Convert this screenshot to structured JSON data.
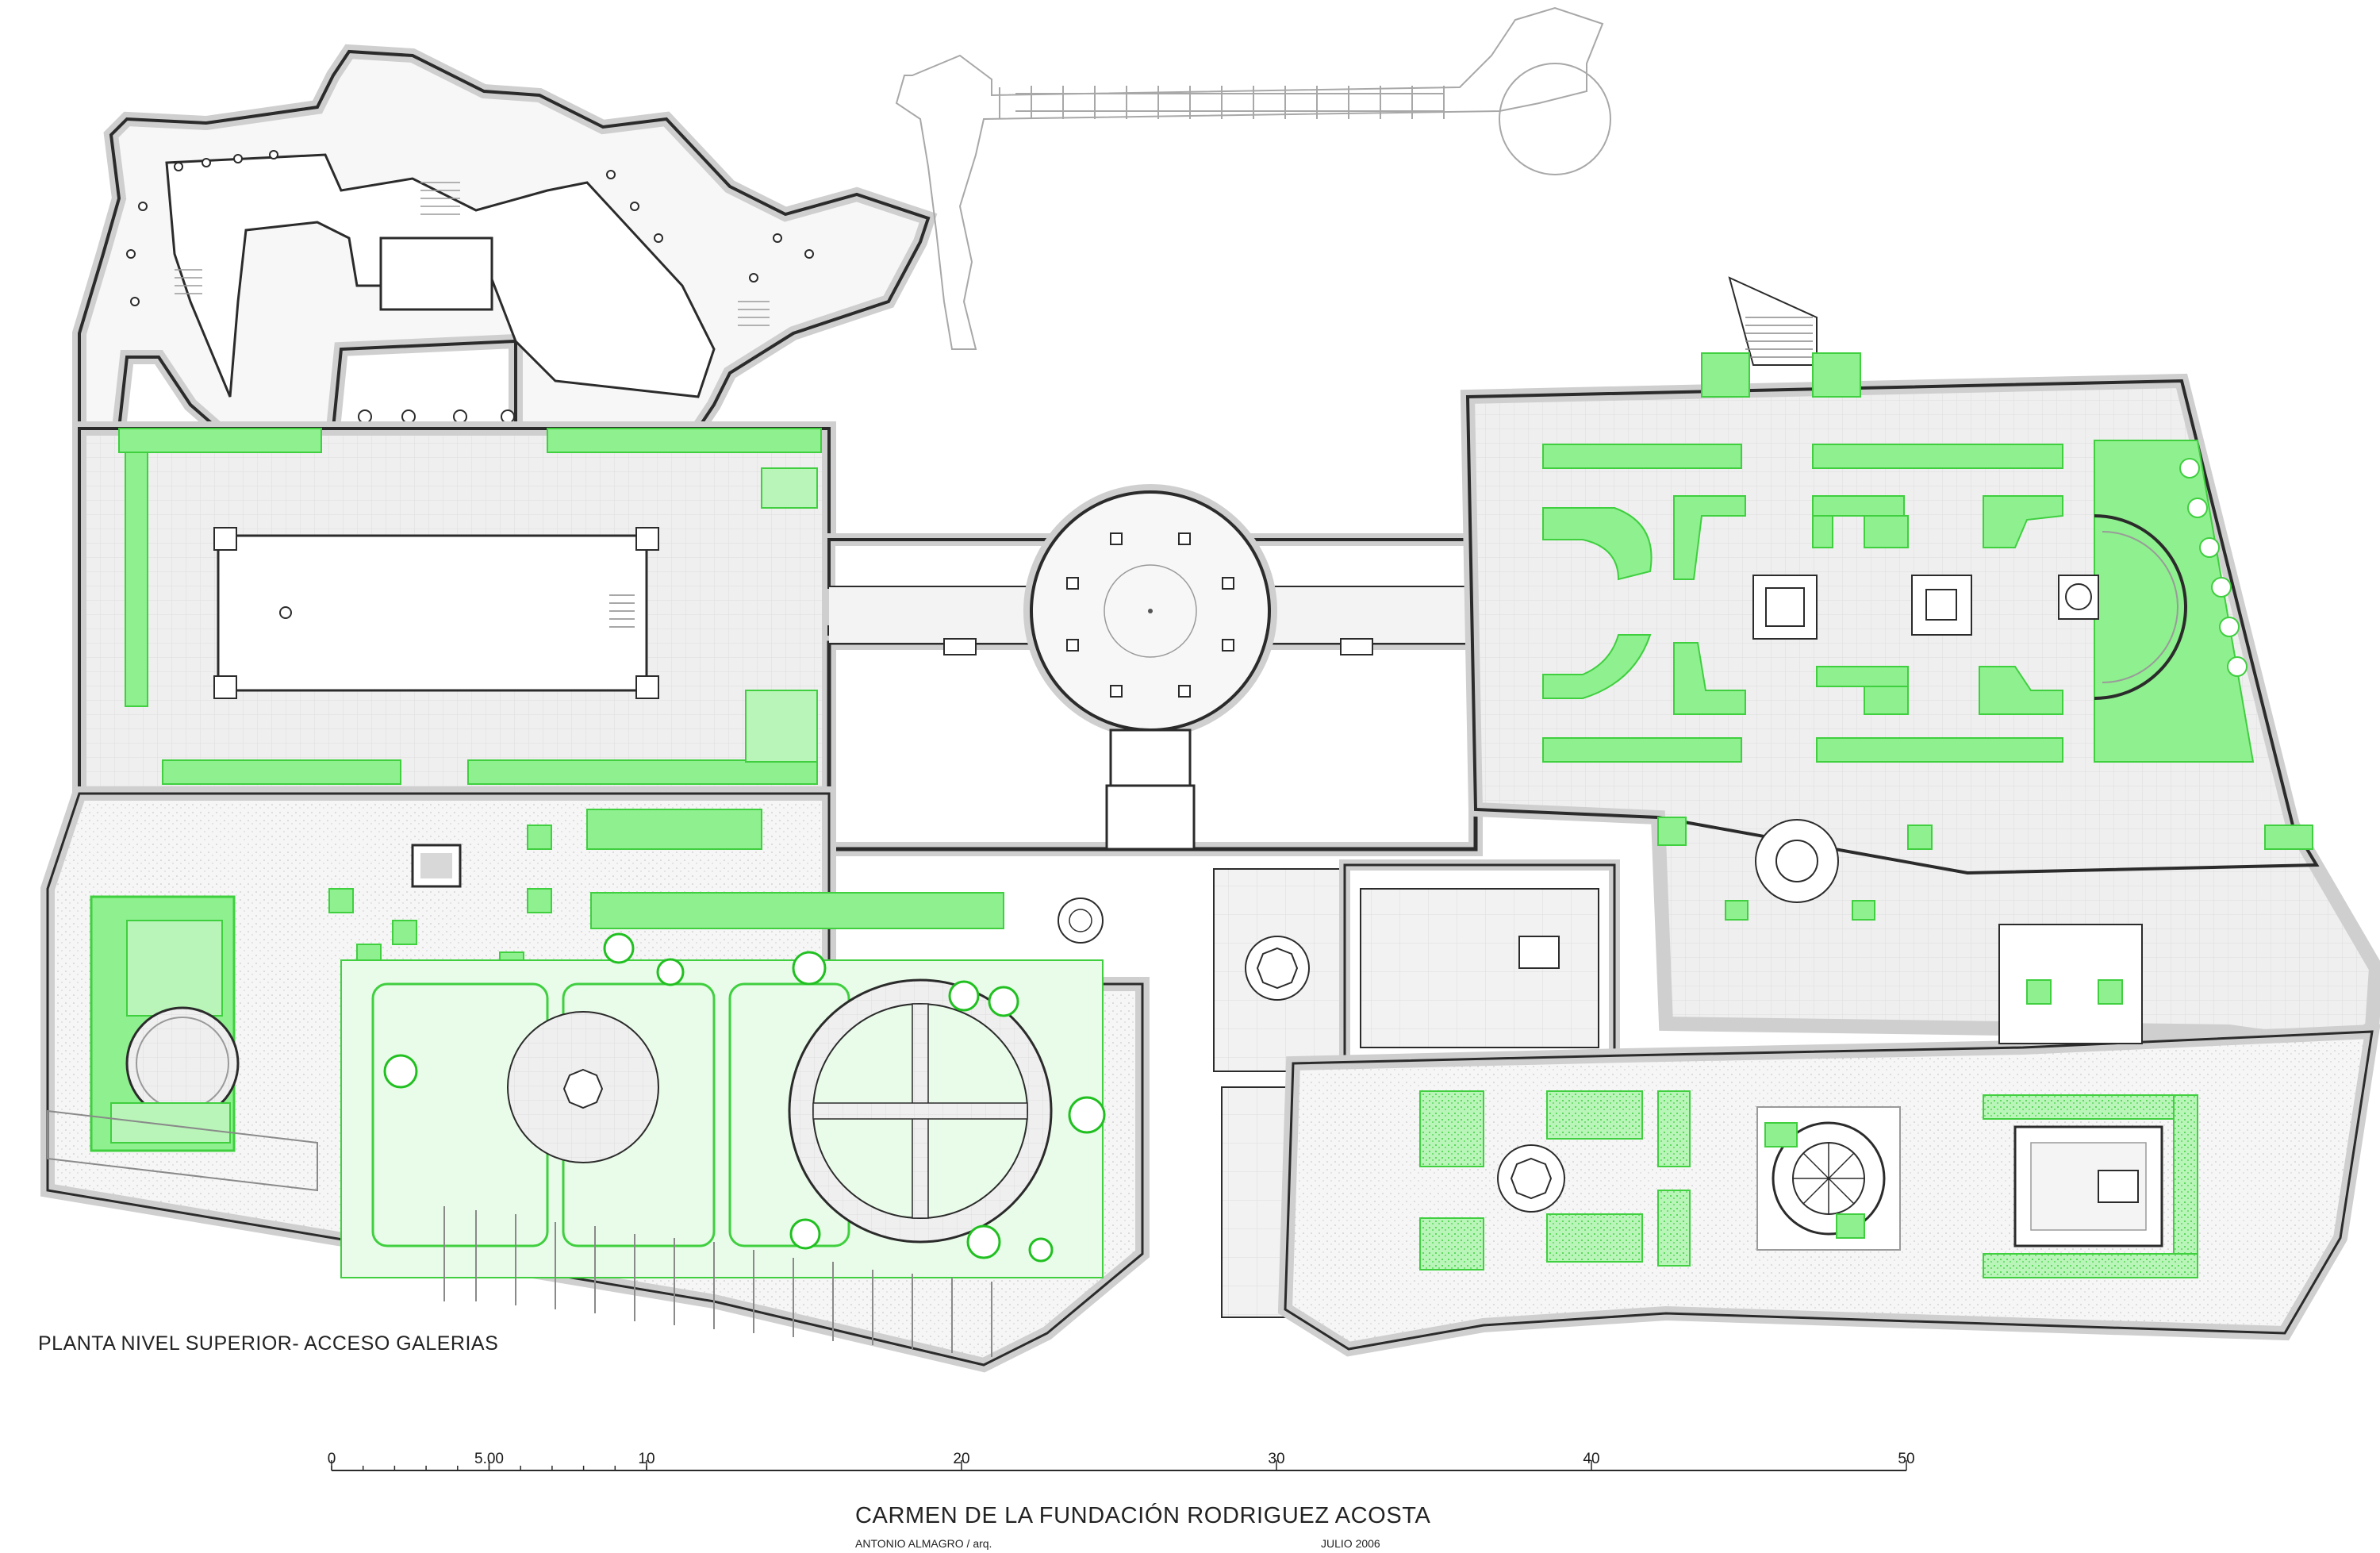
{
  "plan_title": "PLANTA NIVEL SUPERIOR- ACCESO GALERIAS",
  "drawing_title": "CARMEN DE LA FUNDACIÓN RODRIGUEZ ACOSTA",
  "architect": "ANTONIO ALMAGRO / arq.",
  "date": "JULIO 2006",
  "scale_bar": {
    "ticks": [
      {
        "label": "0",
        "value": 0
      },
      {
        "label": "5.00",
        "value": 5
      },
      {
        "label": "10",
        "value": 10
      },
      {
        "label": "20",
        "value": 20
      },
      {
        "label": "30",
        "value": 30
      },
      {
        "label": "40",
        "value": 40
      },
      {
        "label": "50",
        "value": 50
      }
    ]
  },
  "colors": {
    "wall": "#2b2b2b",
    "wall_halo": "#cfcfcf",
    "paving": "#ececec",
    "garden": "#8ef08e",
    "garden_line": "#3fcf3f",
    "hedge": "#6fe36f"
  }
}
